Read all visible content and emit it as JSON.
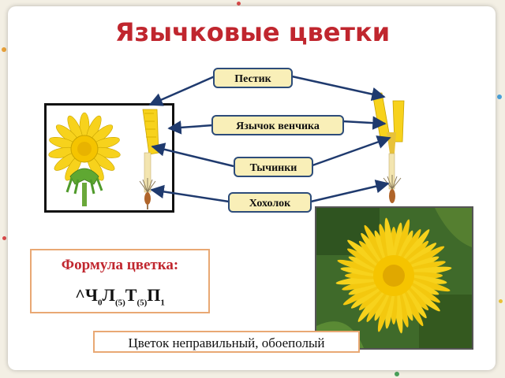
{
  "title": "Язычковые цветки",
  "labels": {
    "pistil": "Пестик",
    "corolla": "Язычок венчика",
    "stamens": "Тычинки",
    "pappus": "Хохолок"
  },
  "formula": {
    "title": "Формула цветка:",
    "prefix": "^",
    "parts": [
      {
        "letter": "Ч",
        "sub": "0"
      },
      {
        "letter": "Л",
        "sub": "(5)"
      },
      {
        "letter": "Т",
        "sub": "(5)"
      },
      {
        "letter": "П",
        "sub": "1"
      }
    ]
  },
  "caption": "Цветок неправильный, обоеполый",
  "colors": {
    "title": "#c0262e",
    "label_bg": "#f9efb8",
    "label_border": "#2d4c7a",
    "arrow": "#1f3a6e",
    "box_border": "#e9a874",
    "petal_yellow": "#f7d21c"
  }
}
